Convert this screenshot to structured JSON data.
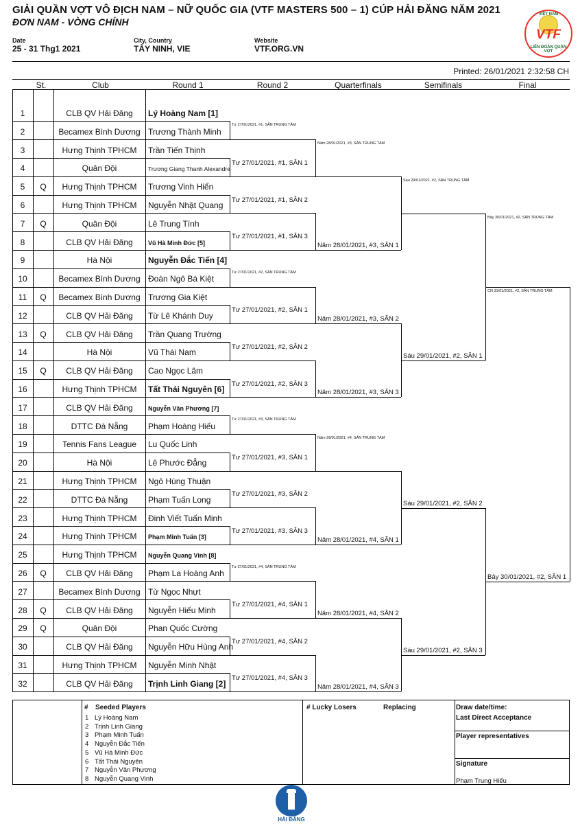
{
  "header": {
    "title": "GIẢI QUẦN VỢT VÔ ĐỊCH NAM – NỮ QUỐC GIA (VTF MASTERS 500 – 1) CÚP HẢI ĐĂNG NĂM 2021",
    "subtitle": "ĐƠN NAM - VÒNG CHÍNH",
    "date_label": "Date",
    "date_value": "25 - 31 Thg1 2021",
    "city_label": "City, Country",
    "city_value": "TÂY NINH, VIE",
    "website_label": "Website",
    "website_value": "VTF.ORG.VN",
    "logo_text": "VTF",
    "logo_top": "VIỆT NAM",
    "logo_bottom": "LIÊN ĐOÀN QUẦN VỢT",
    "printed": "Printed: 26/01/2021 2:32:58 CH"
  },
  "columns": {
    "st": "St.",
    "club": "Club",
    "r1": "Round 1",
    "r2": "Round 2",
    "qf": "Quarterfinals",
    "sf": "Semifinals",
    "final": "Final"
  },
  "players": [
    {
      "n": "1",
      "st": "",
      "club": "CLB QV Hải Đăng",
      "name": "Lý Hoàng Nam [1]",
      "style": "seed"
    },
    {
      "n": "2",
      "st": "",
      "club": "Becamex Bình Dương",
      "name": "Trương Thành Minh",
      "style": ""
    },
    {
      "n": "3",
      "st": "",
      "club": "Hưng Thịnh TPHCM",
      "name": "Trần Tiến Thịnh",
      "style": ""
    },
    {
      "n": "4",
      "st": "",
      "club": "Quân Đội",
      "name": "Trương Giang Thanh Alexandre",
      "style": "small"
    },
    {
      "n": "5",
      "st": "Q",
      "club": "Hưng Thịnh TPHCM",
      "name": "Trương Vinh Hiển",
      "style": ""
    },
    {
      "n": "6",
      "st": "",
      "club": "Hưng Thịnh TPHCM",
      "name": "Nguyễn Nhật Quang",
      "style": ""
    },
    {
      "n": "7",
      "st": "Q",
      "club": "Quân Đội",
      "name": "Lê Trung Tính",
      "style": ""
    },
    {
      "n": "8",
      "st": "",
      "club": "CLB QV Hải Đăng",
      "name": "Vũ Hà Minh Đức [5]",
      "style": "smallb"
    },
    {
      "n": "9",
      "st": "",
      "club": "Hà Nội",
      "name": "Nguyễn Đắc Tiến [4]",
      "style": "seed"
    },
    {
      "n": "10",
      "st": "",
      "club": "Becamex Bình Dương",
      "name": "Đoàn Ngô Bá Kiệt",
      "style": ""
    },
    {
      "n": "11",
      "st": "Q",
      "club": "Becamex Bình Dương",
      "name": "Trương Gia Kiệt",
      "style": ""
    },
    {
      "n": "12",
      "st": "",
      "club": "CLB QV Hải Đăng",
      "name": "Từ Lê Khánh Duy",
      "style": ""
    },
    {
      "n": "13",
      "st": "Q",
      "club": "CLB QV Hải Đăng",
      "name": "Trần Quang Trường",
      "style": ""
    },
    {
      "n": "14",
      "st": "",
      "club": "Hà Nội",
      "name": "Vũ Thái Nam",
      "style": ""
    },
    {
      "n": "15",
      "st": "Q",
      "club": "CLB QV Hải Đăng",
      "name": "Cao Ngọc Lâm",
      "style": ""
    },
    {
      "n": "16",
      "st": "",
      "club": "Hưng Thịnh TPHCM",
      "name": "Tất Thái Nguyên [6]",
      "style": "seed"
    },
    {
      "n": "17",
      "st": "",
      "club": "CLB QV Hải Đăng",
      "name": "Nguyễn Văn Phương [7]",
      "style": "smallb"
    },
    {
      "n": "18",
      "st": "",
      "club": "DTTC Đà Nẵng",
      "name": "Phạm Hoàng Hiếu",
      "style": ""
    },
    {
      "n": "19",
      "st": "",
      "club": "Tennis Fans League",
      "name": "Lu Quốc Linh",
      "style": ""
    },
    {
      "n": "20",
      "st": "",
      "club": "Hà Nội",
      "name": "Lê Phước Đẳng",
      "style": ""
    },
    {
      "n": "21",
      "st": "",
      "club": "Hưng Thịnh TPHCM",
      "name": "Ngô Hùng Thuận",
      "style": ""
    },
    {
      "n": "22",
      "st": "",
      "club": "DTTC Đà Nẵng",
      "name": "Phạm Tuấn Long",
      "style": ""
    },
    {
      "n": "23",
      "st": "",
      "club": "Hưng Thịnh TPHCM",
      "name": "Đinh Viết Tuấn Minh",
      "style": ""
    },
    {
      "n": "24",
      "st": "",
      "club": "Hưng Thịnh TPHCM",
      "name": "Phạm Minh Tuấn [3]",
      "style": "smallb"
    },
    {
      "n": "25",
      "st": "",
      "club": "Hưng Thịnh TPHCM",
      "name": "Nguyễn Quang Vinh [8]",
      "style": "smallb"
    },
    {
      "n": "26",
      "st": "Q",
      "club": "CLB QV Hải Đăng",
      "name": "Phạm La Hoàng Anh",
      "style": ""
    },
    {
      "n": "27",
      "st": "",
      "club": "Becamex Bình Dương",
      "name": "Từ Ngọc Nhựt",
      "style": ""
    },
    {
      "n": "28",
      "st": "Q",
      "club": "CLB QV Hải Đăng",
      "name": "Nguyễn Hiếu Minh",
      "style": ""
    },
    {
      "n": "29",
      "st": "Q",
      "club": "Quân Đội",
      "name": "Phan Quốc Cường",
      "style": ""
    },
    {
      "n": "30",
      "st": "",
      "club": "CLB QV Hải Đăng",
      "name": "Nguyễn Hữu Hùng Anh",
      "style": ""
    },
    {
      "n": "31",
      "st": "",
      "club": "Hưng Thịnh TPHCM",
      "name": "Nguyễn Minh Nhật",
      "style": ""
    },
    {
      "n": "32",
      "st": "",
      "club": "CLB QV Hải Đăng",
      "name": "Trịnh Linh Giang [2]",
      "style": "seed"
    }
  ],
  "r1_matches": [
    {
      "top": "Tư 27/01/2021, #1, SÂN TRUNG TÂM",
      "bottom": "Tư 27/01/2021, #1, SÂN 1"
    },
    {
      "top": "",
      "bottom": "Tư 27/01/2021, #1, SÂN 2"
    },
    {
      "top": "",
      "bottom": "Tư 27/01/2021, #1, SÂN 3"
    },
    {
      "top": "Tư 27/01/2021, #2, SÂN TRUNG TÂM",
      "bottom": "Tư 27/01/2021, #2, SÂN 1"
    },
    {
      "top": "",
      "bottom": "Tư 27/01/2021, #2, SÂN 2"
    },
    {
      "top": "",
      "bottom": "Tư 27/01/2021, #2, SÂN 3"
    },
    {
      "top": "Tư 27/01/2021, #3, SÂN TRUNG TÂM",
      "bottom": "Tư 27/01/2021, #3, SÂN 1"
    },
    {
      "top": "",
      "bottom": "Tư 27/01/2021, #3, SÂN 2"
    },
    {
      "top": "",
      "bottom": "Tư 27/01/2021, #3, SÂN 3"
    },
    {
      "top": "Tư 27/01/2021, #4, SÂN TRUNG TÂM",
      "bottom": "Tư 27/01/2021, #4, SÂN 1"
    },
    {
      "top": "",
      "bottom": "Tư 27/01/2021, #4, SÂN 2"
    },
    {
      "top": "",
      "bottom": "Tư 27/01/2021, #4, SÂN 3"
    }
  ],
  "r2_matches": [
    "Năm 28/01/2021, #3, SÂN TRUNG TÂM",
    "Năm 28/01/2021, #3, SÂN 1",
    "Năm 28/01/2021, #3, SÂN 2",
    "Năm 28/01/2021, #3, SÂN 3",
    "Năm 28/01/2021, #4, SÂN TRUNG TÂM",
    "Năm 28/01/2021, #4, SÂN 1",
    "Năm 28/01/2021, #4, SÂN 2",
    "Năm 28/01/2021, #4, SÂN 3"
  ],
  "qf_matches": [
    "Sáu 29/01/2021, #2, SÂN TRUNG TÂM",
    "Sáu 29/01/2021, #2, SÂN 1",
    "Sáu 29/01/2021, #2, SÂN 2",
    "Sáu 29/01/2021, #2, SÂN 3"
  ],
  "sf_matches": [
    "Bảy 30/01/2021, #2, SÂN TRUNG TÂM",
    "Bảy 30/01/2021, #2, SÂN 1"
  ],
  "final_match": "CN 31/01/2021, #2, SÂN TRUNG TÂM",
  "footer": {
    "seeded_header_num": "#",
    "seeded_header": "Seeded Players",
    "seeded": [
      {
        "n": "1",
        "name": "Lý Hoàng Nam"
      },
      {
        "n": "2",
        "name": "Trịnh Linh Giang"
      },
      {
        "n": "3",
        "name": "Phạm Minh Tuấn"
      },
      {
        "n": "4",
        "name": "Nguyễn Đắc Tiến"
      },
      {
        "n": "5",
        "name": "Vũ Hà Minh Đức"
      },
      {
        "n": "6",
        "name": "Tất Thái Nguyên"
      },
      {
        "n": "7",
        "name": "Nguyễn Văn Phương"
      },
      {
        "n": "8",
        "name": "Nguyễn Quang Vinh"
      }
    ],
    "lucky_losers": "# Lucky Losers",
    "replacing": "Replacing",
    "draw_date": "Draw date/time:",
    "last_direct": "Last Direct Acceptance",
    "player_reps": "Player representatives",
    "signature": "Signature",
    "signature_name": "Phạm Trung Hiếu"
  },
  "foot_logo_text": "HẢI ĐĂNG"
}
